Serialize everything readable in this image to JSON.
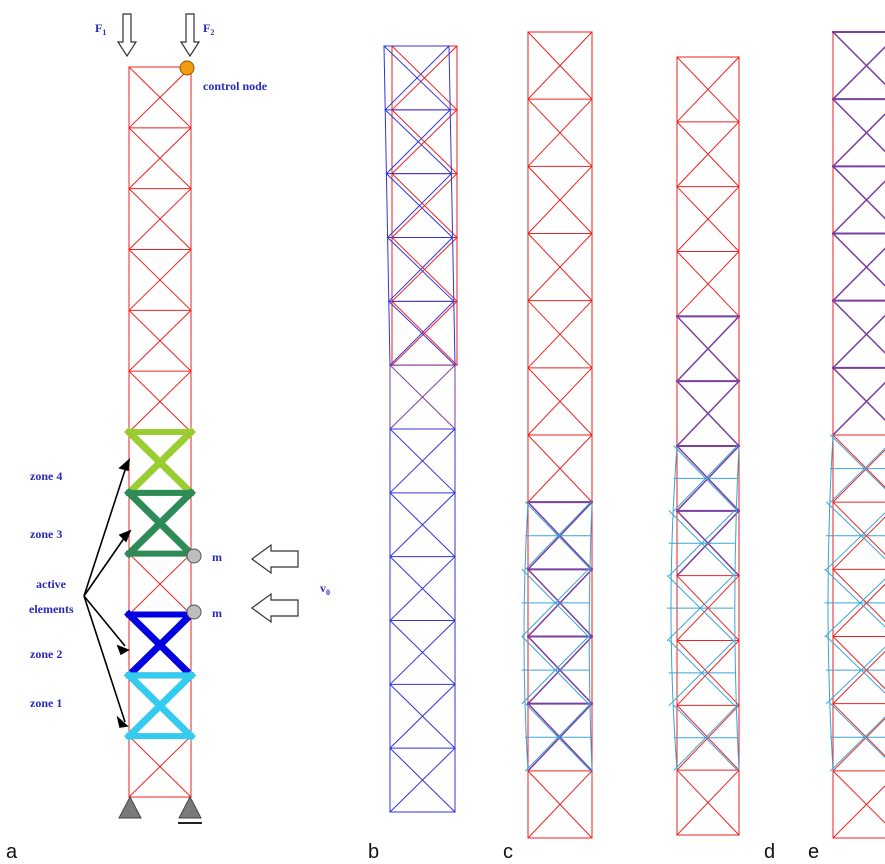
{
  "labels": {
    "F1": "F",
    "F1_sub": "1",
    "F2": "F",
    "F2_sub": "2",
    "control_node": "control node",
    "zone4": "zone 4",
    "zone3": "zone 3",
    "active": "active",
    "elements": "elements",
    "zone2": "zone 2",
    "zone1": "zone 1",
    "m_upper": "m",
    "m_lower": "m",
    "v0": "v",
    "v0_sub": "0"
  },
  "panels": [
    "a",
    "b",
    "c",
    "d",
    "e"
  ],
  "colors": {
    "frame": "#ee2222",
    "zone4": "#9acd32",
    "zone3": "#2e8b57",
    "zone2": "#0000e0",
    "zone1": "#33ccee",
    "control_node": "#f39c12",
    "mass": "#bdbdbd",
    "support": "#808080",
    "label": "#2a2ab8",
    "blue_frame": "#3333dd",
    "purple": "#7a3fa0",
    "cyan_deformed": "#3aa3d6"
  }
}
